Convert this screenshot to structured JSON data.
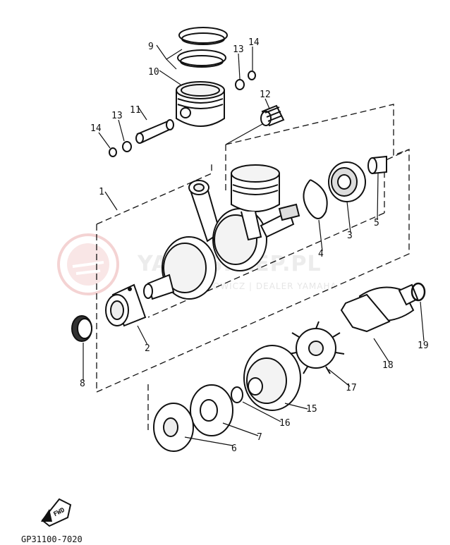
{
  "watermark": {
    "brand": "YAMASKLEP.PL",
    "sub": "WOJCIECHOWICZ | DEALER YAMAHA",
    "accent_color": "#e8a0a0"
  },
  "fwd_label": "FWD",
  "diagram_code": "GP31100-7020",
  "callouts": [
    "1",
    "2",
    "3",
    "4",
    "5",
    "6",
    "7",
    "8",
    "9",
    "10",
    "11",
    "12",
    "13",
    "13",
    "14",
    "14",
    "15",
    "16",
    "17",
    "18",
    "19"
  ]
}
